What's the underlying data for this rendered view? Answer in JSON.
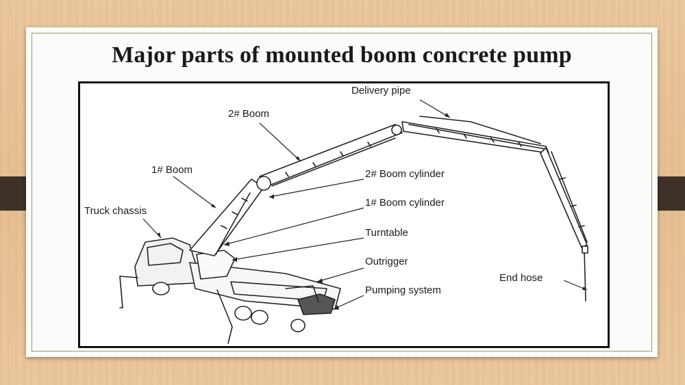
{
  "slide": {
    "title": "Major parts of mounted boom concrete pump"
  },
  "diagram": {
    "labels": {
      "delivery_pipe": "Delivery pipe",
      "boom_2": "2# Boom",
      "boom_1": "1# Boom",
      "truck_chassis": "Truck chassis",
      "boom_2_cylinder": "2# Boom cylinder",
      "boom_1_cylinder": "1# Boom cylinder",
      "turntable": "Turntable",
      "outrigger": "Outrigger",
      "pumping_system": "Pumping system",
      "end_hose": "End hose"
    }
  },
  "colors": {
    "frame_border": "#8aa35f",
    "tab": "#3e3128",
    "figure_border": "#111111"
  }
}
